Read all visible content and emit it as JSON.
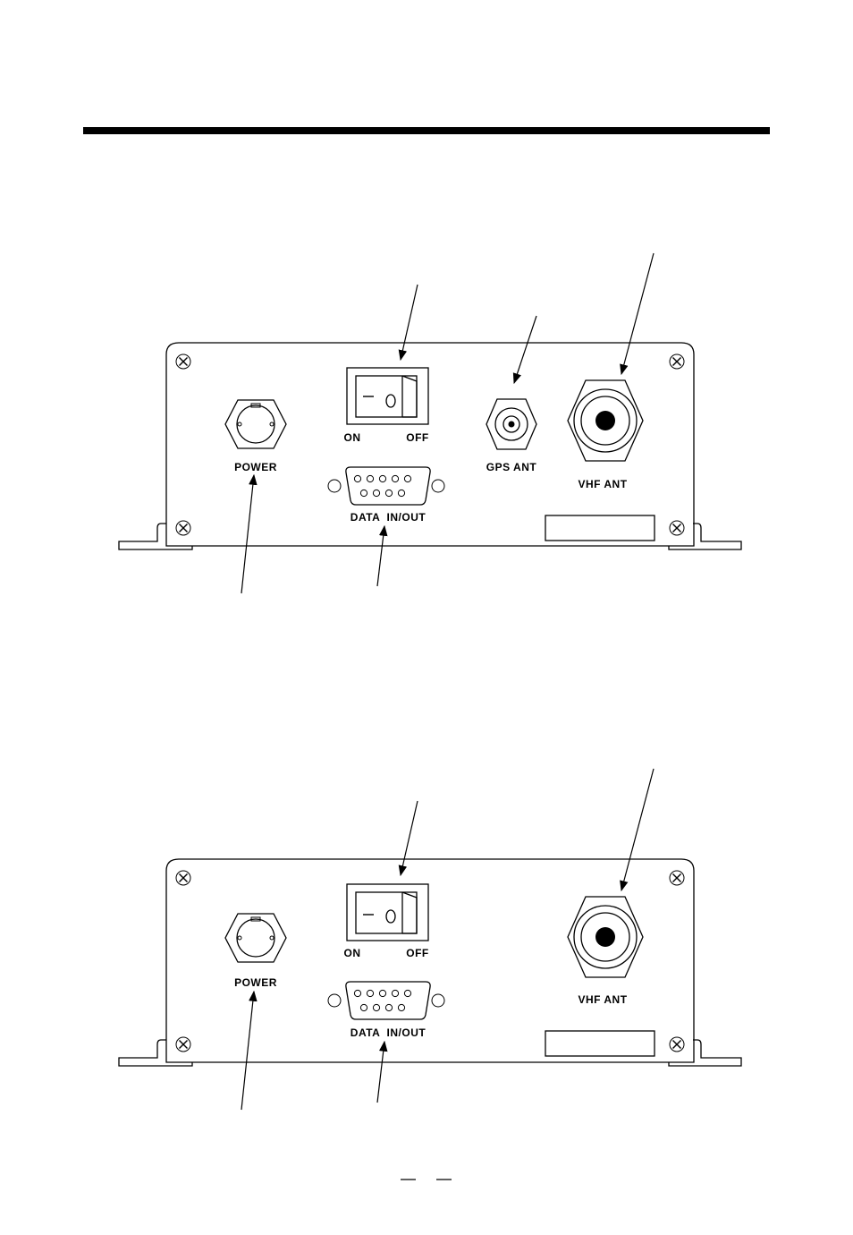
{
  "panel_a": {
    "labels": {
      "on": "ON",
      "off": "OFF",
      "power": "POWER",
      "data": "DATA  IN/OUT",
      "gps": "GPS ANT",
      "vhf": "VHF ANT"
    },
    "switch_glyphs": {
      "on_mark": "—",
      "off_mark": "O"
    }
  },
  "panel_b": {
    "labels": {
      "on": "ON",
      "off": "OFF",
      "power": "POWER",
      "data": "DATA  IN/OUT",
      "vhf": "VHF ANT"
    },
    "switch_glyphs": {
      "on_mark": "—",
      "off_mark": "O"
    }
  },
  "colors": {
    "ink": "#000000",
    "paper": "#ffffff"
  }
}
